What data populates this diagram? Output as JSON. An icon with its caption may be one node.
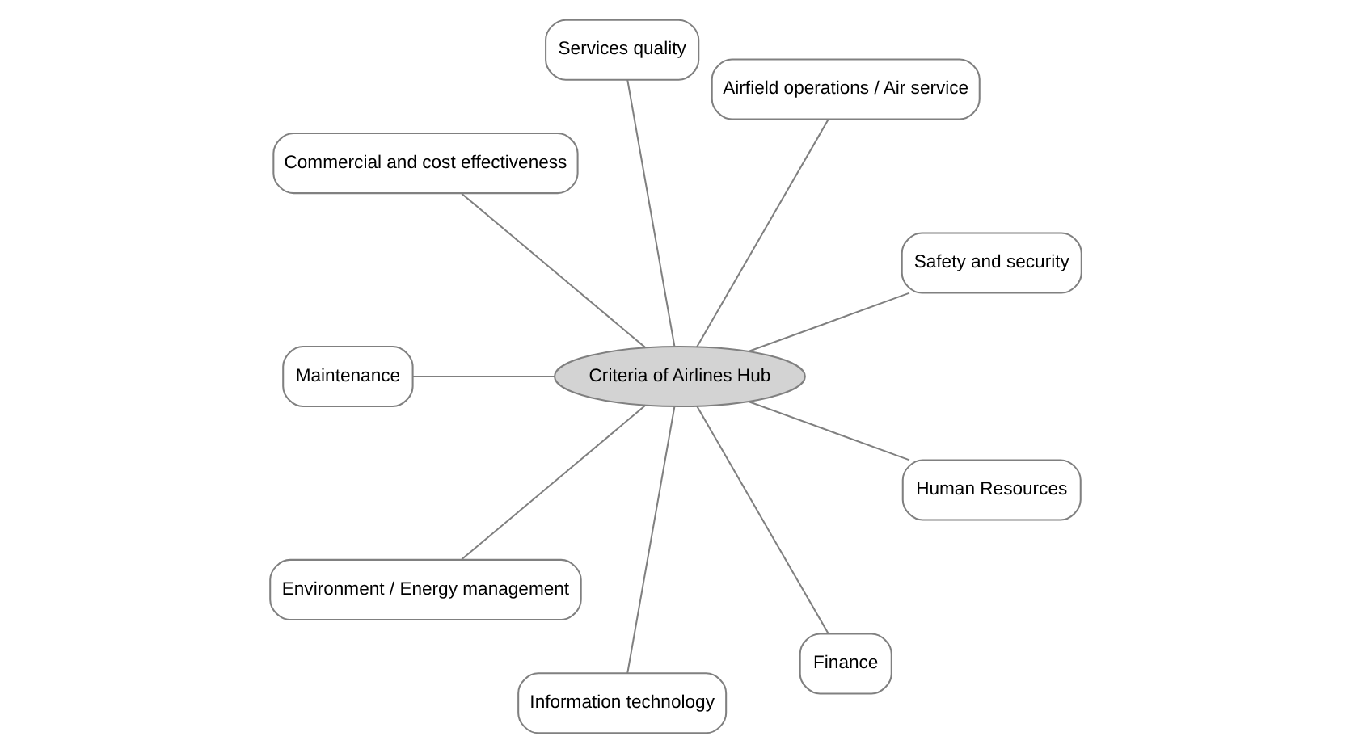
{
  "diagram": {
    "nodes": [
      {
        "text": [
          "Criteria of Airlines Hub"
        ]
      },
      {
        "text": [
          "Safety and security"
        ]
      },
      {
        "text": [
          "Airfield operations / Air service"
        ]
      },
      {
        "text": [
          "Services quality"
        ]
      },
      {
        "text": [
          "Commercial and cost effectiveness"
        ]
      },
      {
        "text": [
          "Maintenance"
        ]
      },
      {
        "text": [
          "Environment / Energy management"
        ]
      },
      {
        "text": [
          "Information technology"
        ]
      },
      {
        "text": [
          "Finance"
        ]
      },
      {
        "text": [
          "Human Resources"
        ]
      }
    ],
    "edges": [
      {
        "from": 0,
        "to": 1,
        "arrow": "none"
      },
      {
        "from": 0,
        "to": 2,
        "arrow": "none"
      },
      {
        "from": 0,
        "to": 3,
        "arrow": "none"
      },
      {
        "from": 0,
        "to": 4,
        "arrow": "none"
      },
      {
        "from": 0,
        "to": 5,
        "arrow": "none"
      },
      {
        "from": 0,
        "to": 6,
        "arrow": "none"
      },
      {
        "from": 0,
        "to": 7,
        "arrow": "none"
      },
      {
        "from": 0,
        "to": 8,
        "arrow": "none"
      },
      {
        "from": 0,
        "to": 9,
        "arrow": "none"
      }
    ]
  }
}
